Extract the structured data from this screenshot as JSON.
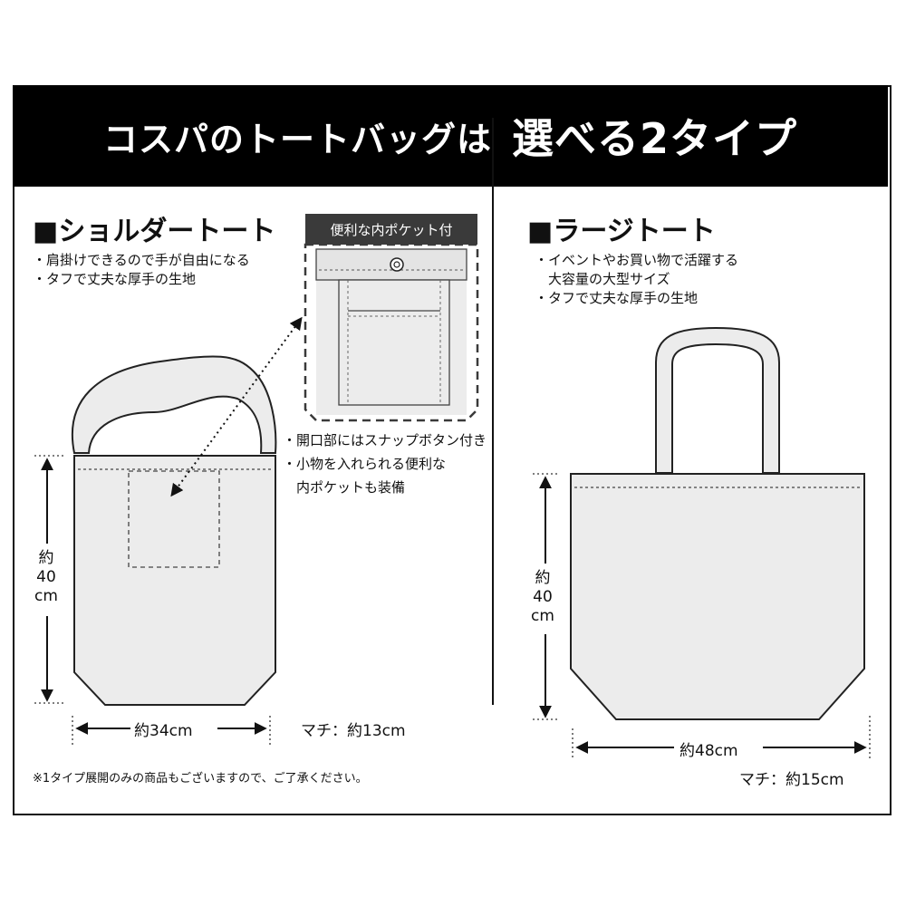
{
  "header": {
    "title_main": "コスパのトートバッグは",
    "title_sub": "選べる2タイプ"
  },
  "shoulder": {
    "title": "■ショルダートート",
    "bullets": [
      "・肩掛けできるので手が自由になる",
      "・タフで丈夫な厚手の生地"
    ],
    "pocket_callout": "便利な内ポケット付",
    "pocket_notes": [
      "・開口部にはスナップボタン付き",
      "・小物を入れられる便利な",
      "　内ポケットも装備"
    ],
    "height_label": [
      "約",
      "40",
      "cm"
    ],
    "width_label": "約34cm",
    "gusset_label": "マチ：約13cm"
  },
  "large": {
    "title": "■ラージトート",
    "bullets": [
      "・イベントやお買い物で活躍する",
      "　大容量の大型サイズ",
      "・タフで丈夫な厚手の生地"
    ],
    "height_label": [
      "約",
      "40",
      "cm"
    ],
    "width_label": "約48cm",
    "gusset_label": "マチ：約15cm"
  },
  "footnote": "※1タイプ展開のみの商品もございますので、ご了承ください。",
  "colors": {
    "bag_fill": "#ececec",
    "header_bg": "#000000",
    "callout_bg": "#3a3a3a",
    "line": "#222222"
  },
  "icons": [
    "arrow-up-icon",
    "arrow-down-icon",
    "arrow-left-icon",
    "arrow-right-icon",
    "snap-button-icon"
  ]
}
